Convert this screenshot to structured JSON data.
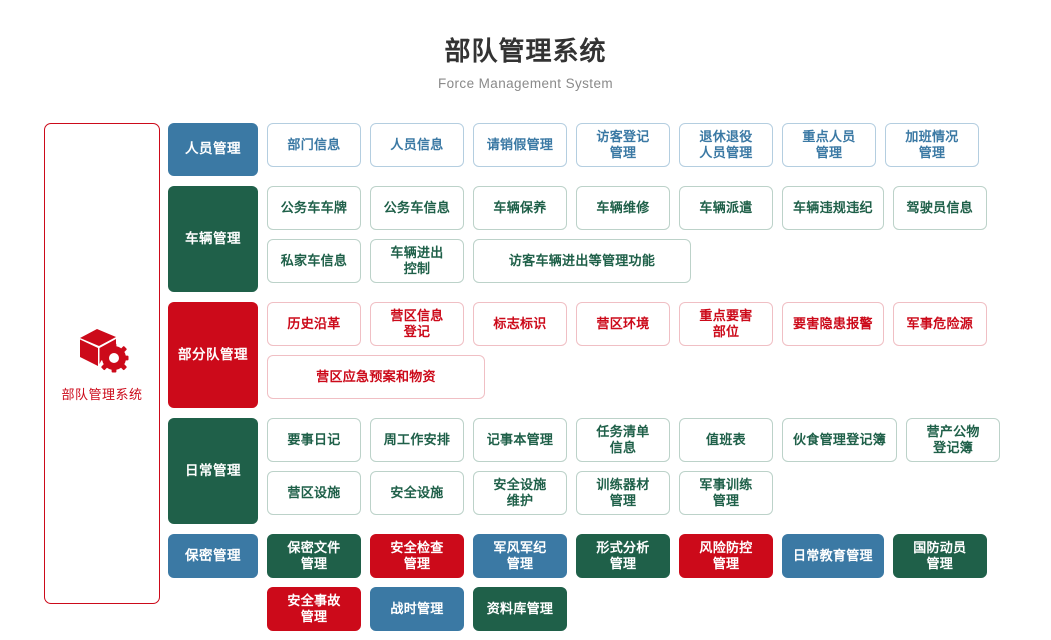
{
  "header": {
    "title": "部队管理系统",
    "subtitle": "Force Management System"
  },
  "brand": {
    "icon": "cube-gear-icon",
    "label": "部队管理系统",
    "color": "#cc0a1a"
  },
  "colors": {
    "blue": "#3b79a4",
    "green": "#1f6049",
    "red": "#cc0a1a",
    "blue_border": "#b4cee0",
    "green_border": "#bcd2c9",
    "red_border": "#f0bfc4",
    "title": "#333333",
    "subtitle": "#8a8a8a"
  },
  "sections": [
    {
      "category": "人员管理",
      "category_style": "blue",
      "items": [
        {
          "label": "部门信息",
          "style": "o-blue",
          "wide": false
        },
        {
          "label": "人员信息",
          "style": "o-blue",
          "wide": false
        },
        {
          "label": "请销假管理",
          "style": "o-blue",
          "wide": false
        },
        {
          "label": "访客登记\n管理",
          "style": "o-blue",
          "wide": false
        },
        {
          "label": "退休退役\n人员管理",
          "style": "o-blue",
          "wide": false
        },
        {
          "label": "重点人员\n管理",
          "style": "o-blue",
          "wide": false
        },
        {
          "label": "加班情况\n管理",
          "style": "o-blue",
          "wide": false
        }
      ]
    },
    {
      "category": "车辆管理",
      "category_style": "green",
      "items": [
        {
          "label": "公务车车牌",
          "style": "o-green",
          "wide": false
        },
        {
          "label": "公务车信息",
          "style": "o-green",
          "wide": false
        },
        {
          "label": "车辆保养",
          "style": "o-green",
          "wide": false
        },
        {
          "label": "车辆维修",
          "style": "o-green",
          "wide": false
        },
        {
          "label": "车辆派遣",
          "style": "o-green",
          "wide": false
        },
        {
          "label": "车辆违规违纪",
          "style": "o-green",
          "wide": false
        },
        {
          "label": "驾驶员信息",
          "style": "o-green",
          "wide": false
        },
        {
          "label": "私家车信息",
          "style": "o-green",
          "wide": false
        },
        {
          "label": "车辆进出\n控制",
          "style": "o-green",
          "wide": false
        },
        {
          "label": "访客车辆进出等管理功能",
          "style": "o-green",
          "wide": true
        }
      ]
    },
    {
      "category": "部分队管理",
      "category_style": "red",
      "items": [
        {
          "label": "历史沿革",
          "style": "o-red",
          "wide": false
        },
        {
          "label": "营区信息\n登记",
          "style": "o-red",
          "wide": false
        },
        {
          "label": "标志标识",
          "style": "o-red",
          "wide": false
        },
        {
          "label": "营区环境",
          "style": "o-red",
          "wide": false
        },
        {
          "label": "重点要害\n部位",
          "style": "o-red",
          "wide": false
        },
        {
          "label": "要害隐患报警",
          "style": "o-red",
          "wide": false
        },
        {
          "label": "军事危险源",
          "style": "o-red",
          "wide": false
        },
        {
          "label": "营区应急预案和物资",
          "style": "o-red",
          "wide": true
        }
      ]
    },
    {
      "category": "日常管理",
      "category_style": "green",
      "items": [
        {
          "label": "要事日记",
          "style": "o-green",
          "wide": false
        },
        {
          "label": "周工作安排",
          "style": "o-green",
          "wide": false
        },
        {
          "label": "记事本管理",
          "style": "o-green",
          "wide": false
        },
        {
          "label": "任务清单\n信息",
          "style": "o-green",
          "wide": false
        },
        {
          "label": "值班表",
          "style": "o-green",
          "wide": false
        },
        {
          "label": "伙食管理登记簿",
          "style": "o-green",
          "wide": false
        },
        {
          "label": "营产公物\n登记簿",
          "style": "o-green",
          "wide": false
        },
        {
          "label": "营区设施",
          "style": "o-green",
          "wide": false
        },
        {
          "label": "安全设施",
          "style": "o-green",
          "wide": false
        },
        {
          "label": "安全设施\n维护",
          "style": "o-green",
          "wide": false
        },
        {
          "label": "训练器材\n管理",
          "style": "o-green",
          "wide": false
        },
        {
          "label": "军事训练\n管理",
          "style": "o-green",
          "wide": false
        }
      ]
    },
    {
      "category": "保密管理",
      "category_style": "blue",
      "short_category": true,
      "items": [
        {
          "label": "保密文件\n管理",
          "style": "f-green",
          "wide": false
        },
        {
          "label": "安全检查\n管理",
          "style": "f-red",
          "wide": false
        },
        {
          "label": "军风军纪\n管理",
          "style": "f-blue",
          "wide": false
        },
        {
          "label": "形式分析\n管理",
          "style": "f-green",
          "wide": false
        },
        {
          "label": "风险防控\n管理",
          "style": "f-red",
          "wide": false
        },
        {
          "label": "日常教育管理",
          "style": "f-blue",
          "wide": false
        },
        {
          "label": "国防动员\n管理",
          "style": "f-green",
          "wide": false
        },
        {
          "label": "安全事故\n管理",
          "style": "f-red",
          "wide": false
        },
        {
          "label": "战时管理",
          "style": "f-blue",
          "wide": false
        },
        {
          "label": "资料库管理",
          "style": "f-green",
          "wide": false
        }
      ]
    }
  ]
}
